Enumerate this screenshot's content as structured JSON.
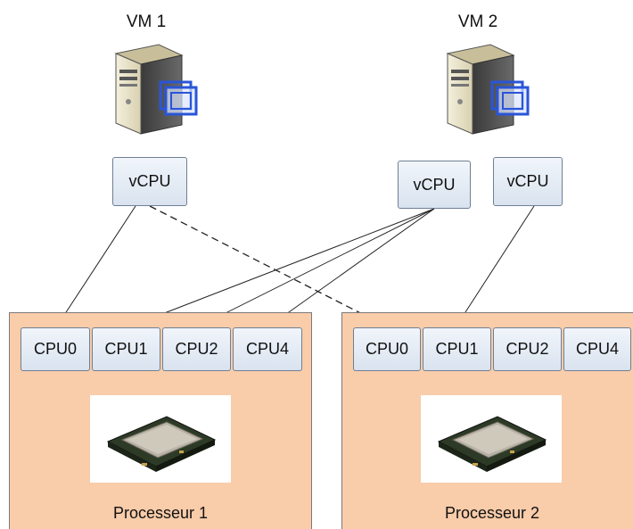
{
  "vms": [
    {
      "label": "VM 1",
      "vcpus": [
        "vCPU"
      ],
      "icon": "server-icon"
    },
    {
      "label": "VM 2",
      "vcpus": [
        "vCPU",
        "vCPU"
      ],
      "icon": "server-icon"
    }
  ],
  "processors": [
    {
      "label": "Processeur 1",
      "cpus": [
        "CPU0",
        "CPU1",
        "CPU2",
        "CPU4"
      ],
      "icon": "processor-chip-icon"
    },
    {
      "label": "Processeur 2",
      "cpus": [
        "CPU0",
        "CPU1",
        "CPU2",
        "CPU4"
      ],
      "icon": "processor-chip-icon"
    }
  ],
  "links": [
    {
      "from": "VM 1 vCPU",
      "to": "Processeur 1 CPU0",
      "style": "solid"
    },
    {
      "from": "VM 1 vCPU",
      "to": "Processeur 2 CPU0",
      "style": "dashed"
    },
    {
      "from": "VM 2 vCPU 1",
      "to": "Processeur 1 CPU1",
      "style": "solid"
    },
    {
      "from": "VM 2 vCPU 1",
      "to": "Processeur 1 CPU2",
      "style": "solid"
    },
    {
      "from": "VM 2 vCPU 1",
      "to": "Processeur 1 CPU4",
      "style": "solid"
    },
    {
      "from": "VM 2 vCPU 2",
      "to": "Processeur 2 CPU1",
      "style": "solid"
    }
  ],
  "colors": {
    "processor_bg": "#f9ccaa",
    "cpu_bg": "#dde6f1",
    "cpu_border": "#6f7f93"
  }
}
